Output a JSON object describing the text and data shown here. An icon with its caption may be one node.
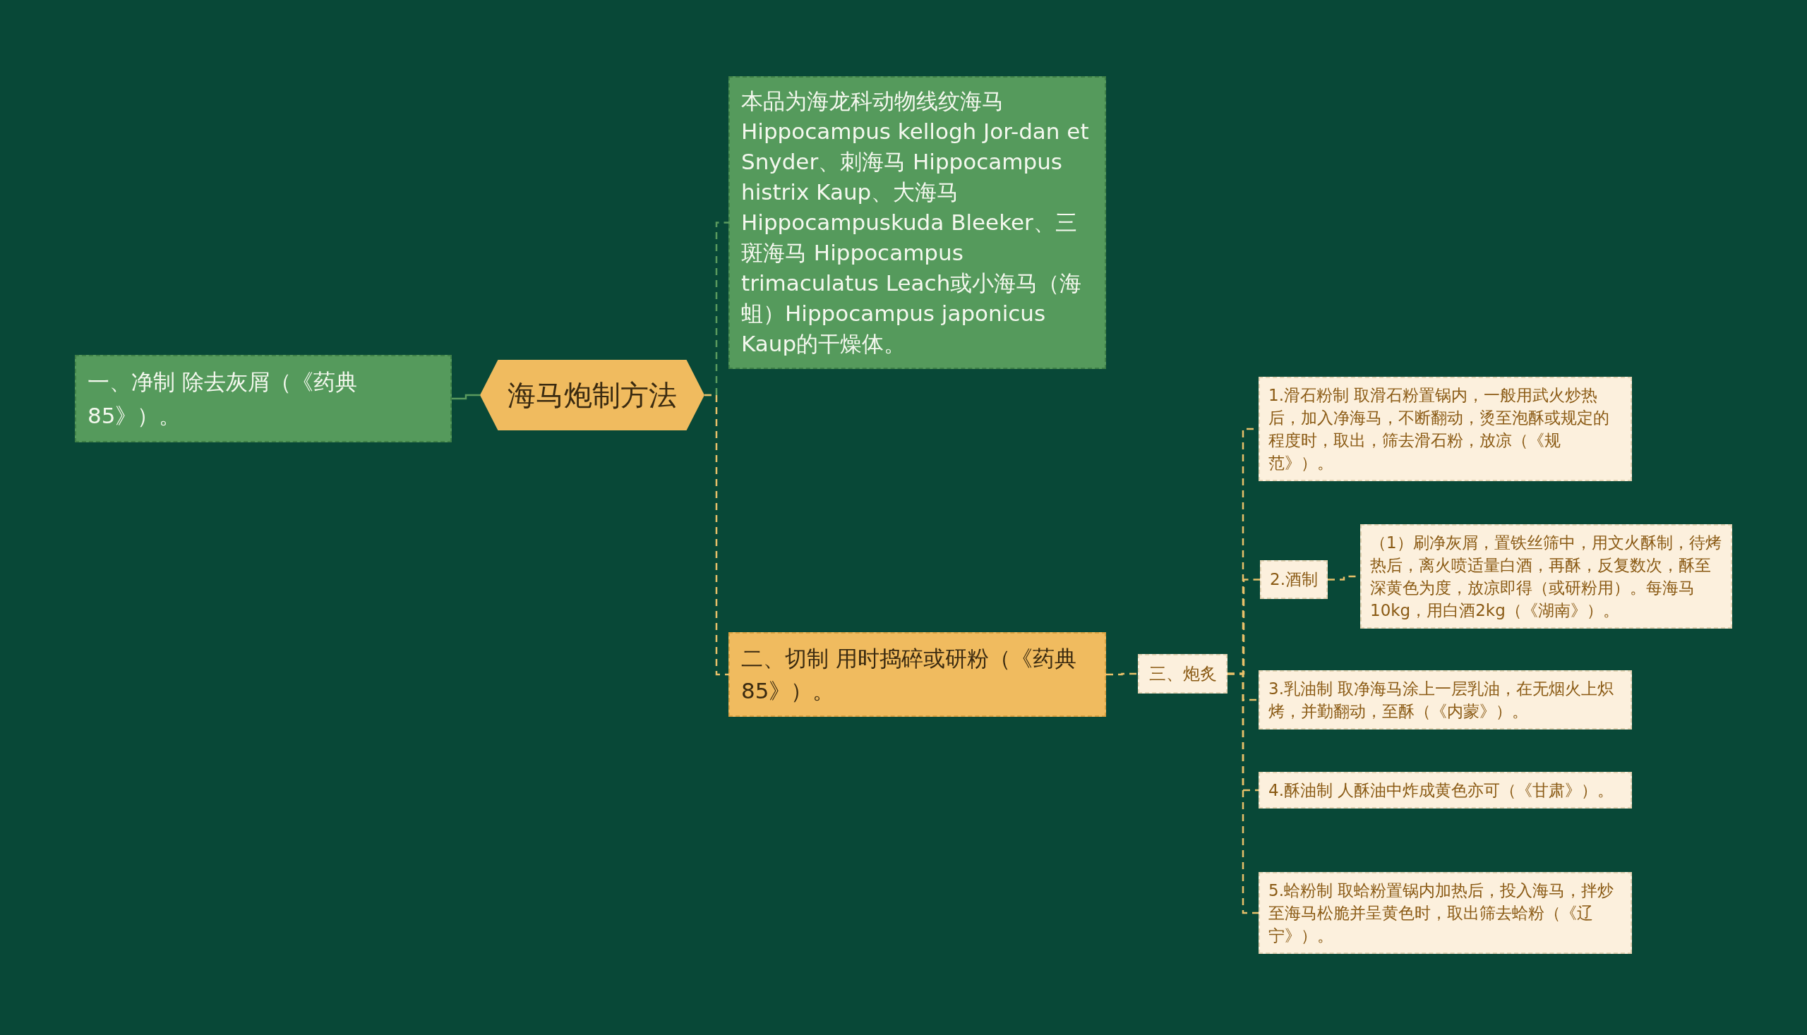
{
  "diagram": {
    "nodes": [
      {
        "text": [
          "海马炮制方法"
        ]
      },
      {
        "text": [
          "一、净制 除去灰屑（《药典85》）。"
        ]
      },
      {
        "text": [
          "本品为海龙科动物线纹海马 Hippocampus kellogh Jor-dan et Snyder、刺海马 Hippocampus histrix Kaup、大海马 Hippocampuskuda Bleeker、三斑海马 Hippocampus trimaculatus Leach或小海马（海蛆）Hippocampus japonicus Kaup的干燥体。"
        ]
      },
      {
        "text": [
          "二、切制 用时捣碎或研粉（《药典85》）。"
        ]
      },
      {
        "text": [
          "三、炮炙"
        ]
      },
      {
        "text": [
          "1.滑石粉制 取滑石粉置锅内，一般用武火炒热后，加入净海马，不断翻动，烫至泡酥或规定的程度时，取出，筛去滑石粉，放凉（《规范》）。"
        ]
      },
      {
        "text": [
          "2.酒制"
        ]
      },
      {
        "text": [
          "（1）刷净灰屑，置铁丝筛中，用文火酥制，待烤热后，离火喷适量白酒，再酥，反复数次，酥至深黄色为度，放凉即得（或研粉用）。每海马10kg，用白酒2kg（《湖南》）。"
        ]
      },
      {
        "text": [
          "3.乳油制 取净海马涂上一层乳油，在无烟火上炽烤，并勤翻动，至酥（《内蒙》）。"
        ]
      },
      {
        "text": [
          "4.酥油制 人酥油中炸成黄色亦可（《甘肃》）。"
        ]
      },
      {
        "text": [
          "5.蛤粉制 取蛤粉置锅内加热后，投入海马，拌炒至海马松脆并呈黄色时，取出筛去蛤粉（《辽宁》）。"
        ]
      }
    ],
    "edges": [
      {
        "from": 0,
        "to": 1,
        "arrow": "none",
        "color": "#5a9a5e"
      },
      {
        "from": 0,
        "to": 2,
        "arrow": "none",
        "style": "dashed",
        "color": "#5a9a5e"
      },
      {
        "from": 0,
        "to": 3,
        "arrow": "none",
        "style": "dashed"
      },
      {
        "from": 3,
        "to": 4,
        "arrow": "none",
        "style": "dashed"
      },
      {
        "from": 4,
        "to": 5,
        "arrow": "none",
        "style": "dashed"
      },
      {
        "from": 4,
        "to": 6,
        "arrow": "none",
        "style": "dashed"
      },
      {
        "from": 4,
        "to": 8,
        "arrow": "none",
        "style": "dashed"
      },
      {
        "from": 4,
        "to": 9,
        "arrow": "none",
        "style": "dashed"
      },
      {
        "from": 4,
        "to": 10,
        "arrow": "none",
        "style": "dashed"
      },
      {
        "from": 6,
        "to": 7,
        "arrow": "none",
        "style": "dashed"
      }
    ]
  }
}
